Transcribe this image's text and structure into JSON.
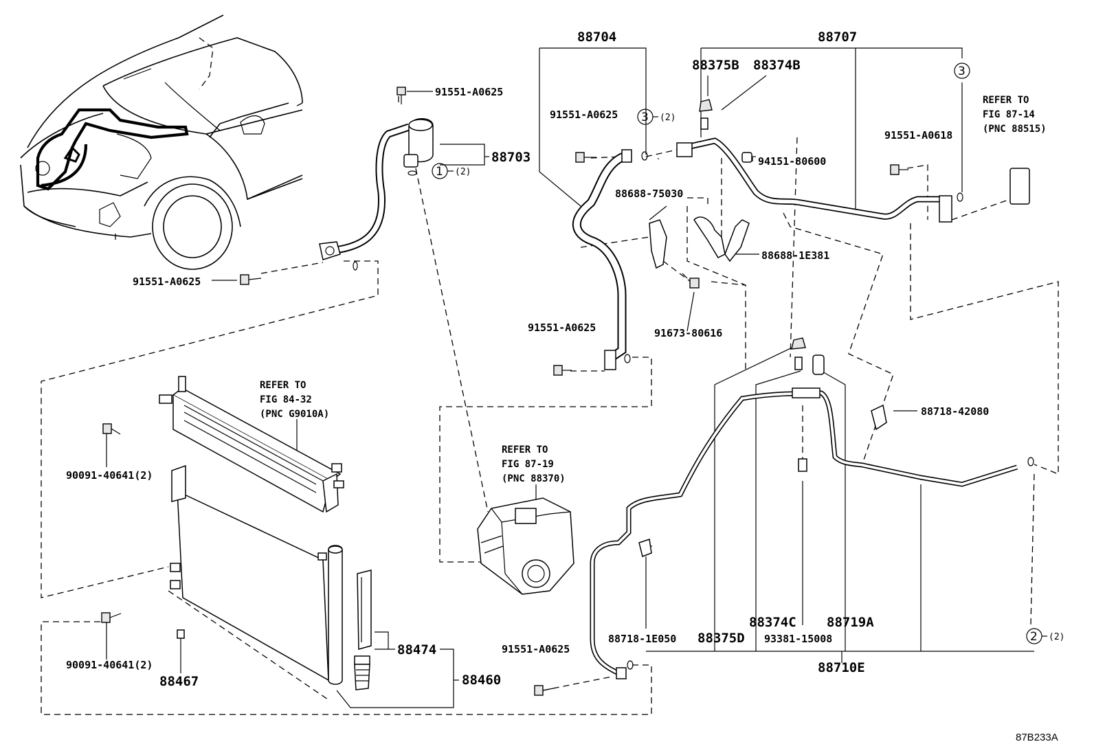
{
  "diagram_code": "87B233A",
  "parts": {
    "p88704": "88704",
    "p88707": "88707",
    "p88375B": "88375B",
    "p88374B": "88374B",
    "p91551_a": "91551-A0625",
    "p88703": "88703",
    "p91551_b": "91551-A0625",
    "p94151": "94151-80600",
    "p91551_c": "91551-A0618",
    "p88688_75030": "88688-75030",
    "p88688_1E381": "88688-1E381",
    "p91673": "91673-80616",
    "p91551_d": "91551-A0625",
    "p91551_e": "91551-A0625",
    "p88718_42080": "88718-42080",
    "p90091_a": "90091-40641(2)",
    "p90091_b": "90091-40641(2)",
    "p88467": "88467",
    "p88474": "88474",
    "p88460": "88460",
    "p91551_f": "91551-A0625",
    "p88718_1E050": "88718-1E050",
    "p88375D": "88375D",
    "p88374C": "88374C",
    "p93381": "93381-15008",
    "p88719A": "88719A",
    "p88710E": "88710E"
  },
  "callouts": {
    "c1_num": "1",
    "c1_qty": "(2)",
    "c2_num": "2",
    "c2_qty": "(2)",
    "c3a_num": "3",
    "c3a_qty": "(2)",
    "c3b_num": "3"
  },
  "refs": {
    "ref_a_l1": "REFER TO",
    "ref_a_l2": "FIG 87-14",
    "ref_a_l3": "(PNC 88515)",
    "ref_b_l1": "REFER TO",
    "ref_b_l2": "FIG 84-32",
    "ref_b_l3": "(PNC G9010A)",
    "ref_c_l1": "REFER TO",
    "ref_c_l2": "FIG 87-19",
    "ref_c_l3": "(PNC 88370)"
  }
}
